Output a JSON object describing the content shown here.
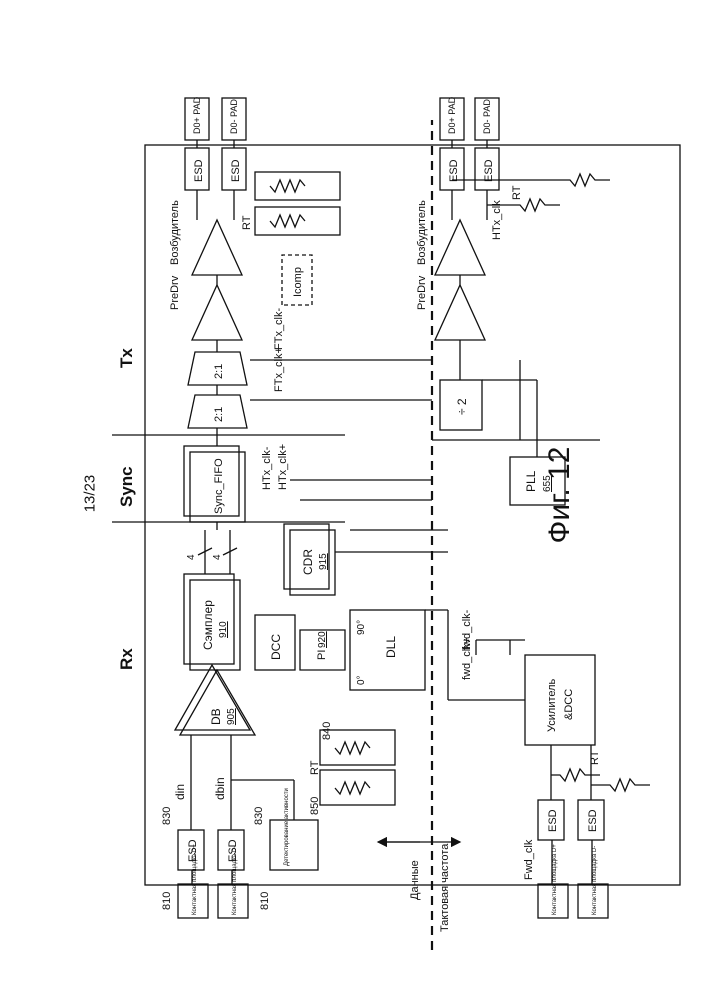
{
  "page_number": "13/23",
  "figure_label": "Фиг. 12",
  "sections": {
    "rx": "Rx",
    "sync": "Sync",
    "tx": "Tx"
  },
  "domains": {
    "data": "Данные",
    "clock": "Тактовая частота"
  },
  "blocks": {
    "esd": "ESD",
    "activity_detect": "Детектирование активности",
    "db": "DB",
    "db_ref": "905",
    "sampler": "Сэмплер",
    "sampler_ref": "910",
    "dcc": "DCC",
    "pi": "PI",
    "pi_ref": "920",
    "dll": "DLL",
    "deg_0": "0°",
    "deg_90": "90°",
    "cdr": "CDR",
    "cdr_ref": "915",
    "sync_fifo": "Sync_FIFO",
    "mux": "2:1",
    "predrv": "PreDrv",
    "driver": "Возбудитель",
    "icomp": "Icomp",
    "amp": "Усилитель",
    "amp2": "&DCC",
    "div2": "÷ 2",
    "pll": "PLL",
    "pll_ref": "655"
  },
  "pads": {
    "rx_p": "Контактная площадка D+",
    "rx_n": "Контактная площадка D-",
    "clk_p": "Контактная площадка D+",
    "clk_n": "Контактная площадка D-",
    "tx_d0p": "D0+ PAD",
    "tx_d0n": "D0- PAD",
    "tx_ckp": "D0+ PAD",
    "tx_ckn": "D0- PAD"
  },
  "signals": {
    "din": "din",
    "dbin": "dbin",
    "rt": "RT",
    "bus_width": "4",
    "htx_clk_n": "HTx_clk-",
    "htx_clk_p": "HTx_clk+",
    "ftx_clk_n": "FTx_clk-",
    "ftx_clk_p": "FTx_clk+",
    "fwd_clk_n": "fwd_clk-",
    "fwd_clk_p": "fwd_clk+",
    "htx_clk": "HTx_clk",
    "fwd_clk_in": "Fwd_clk"
  },
  "refs": {
    "r810": "810",
    "r830": "830",
    "r840": "840",
    "r850": "850"
  }
}
